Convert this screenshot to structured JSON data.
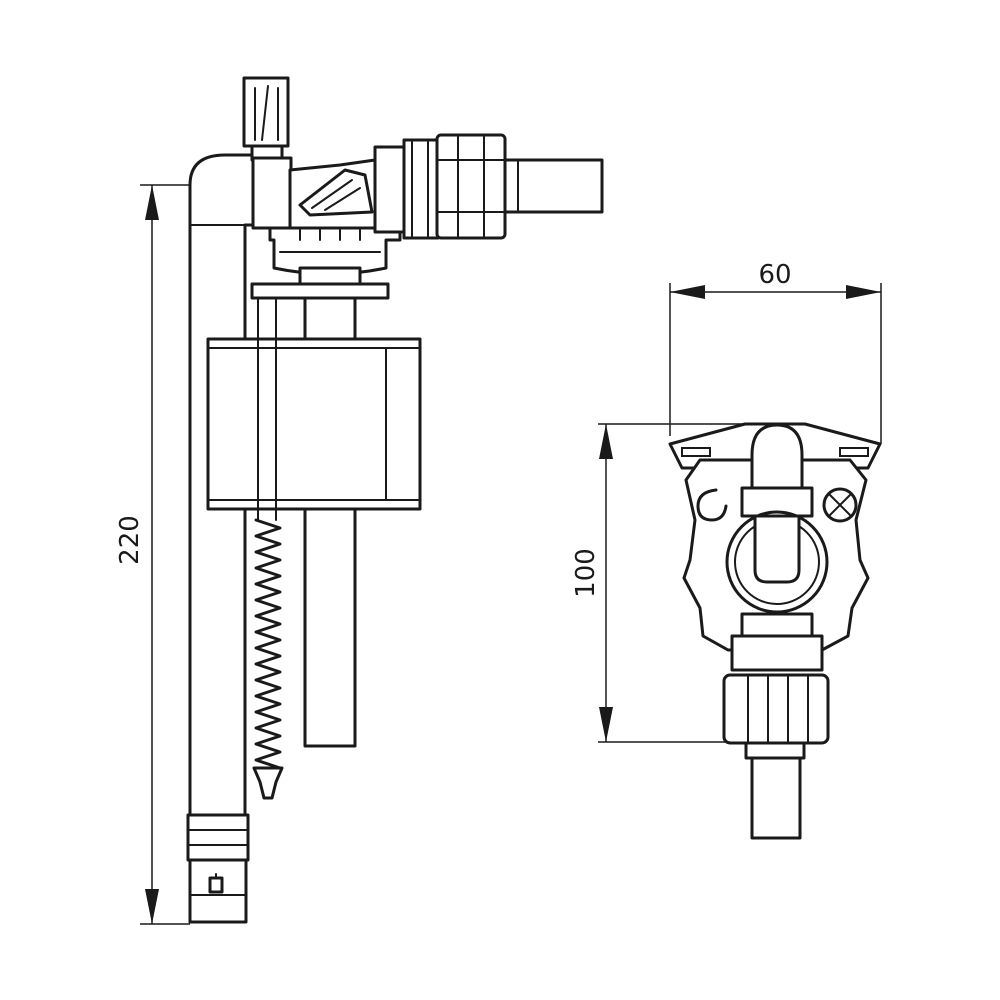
{
  "dimensions": {
    "side_height": "220",
    "front_width": "60",
    "front_height": "100"
  },
  "colors": {
    "line": "#1a1a1a",
    "background": "#ffffff"
  }
}
